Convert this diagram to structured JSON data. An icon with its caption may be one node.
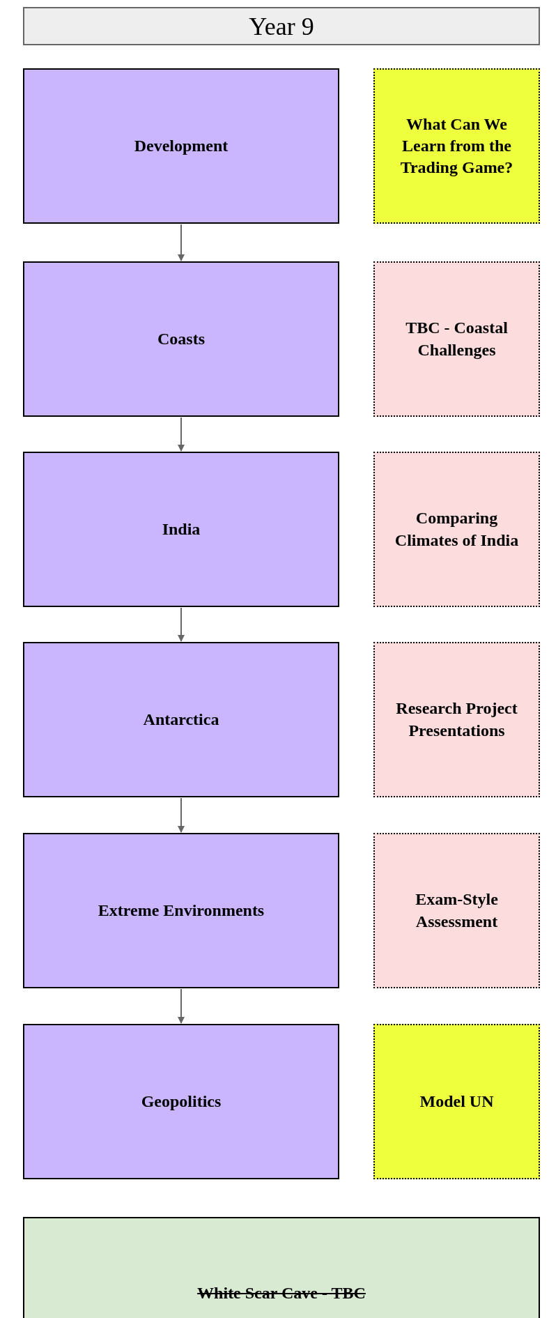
{
  "diagram": {
    "title": "Year 9",
    "nodes": [
      {
        "text": [
          "Development"
        ]
      },
      {
        "text": [
          "What Can We Learn from the Trading Game?"
        ]
      },
      {
        "text": [
          "Coasts"
        ]
      },
      {
        "text": [
          "TBC - Coastal Challenges"
        ]
      },
      {
        "text": [
          "India"
        ]
      },
      {
        "text": [
          "Comparing Climates of India"
        ]
      },
      {
        "text": [
          "Antarctica"
        ]
      },
      {
        "text": [
          "Research Project Presentations"
        ]
      },
      {
        "text": [
          "Extreme Environments"
        ]
      },
      {
        "text": [
          "Exam-Style Assessment"
        ]
      },
      {
        "text": [
          "Geopolitics"
        ]
      },
      {
        "text": [
          "Model UN"
        ]
      },
      {
        "text": [
          "White Scar Cave - TBC"
        ]
      }
    ],
    "edges": [
      {
        "from": 0,
        "to": 2,
        "arrow": "to"
      },
      {
        "from": 2,
        "to": 4,
        "arrow": "to"
      },
      {
        "from": 4,
        "to": 6,
        "arrow": "to"
      },
      {
        "from": 6,
        "to": 8,
        "arrow": "to"
      },
      {
        "from": 8,
        "to": 10,
        "arrow": "to"
      }
    ]
  }
}
